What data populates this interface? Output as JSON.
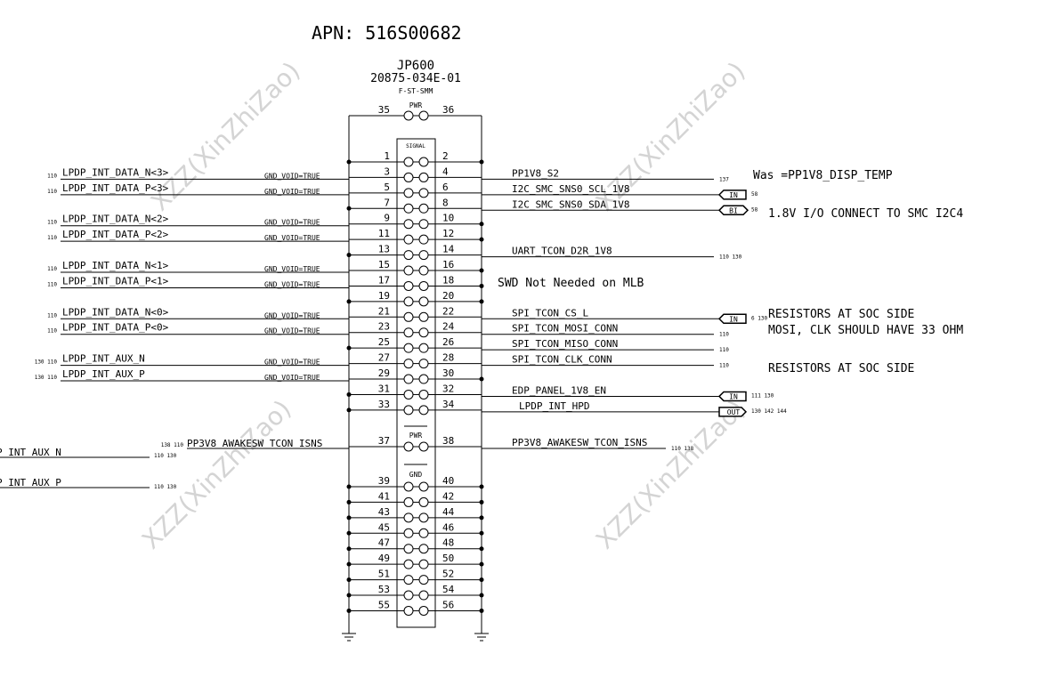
{
  "header": {
    "apn": "APN: 516S00682",
    "refdes": "JP600",
    "part_number": "20875-034E-01",
    "package": "F-ST-SMM",
    "pwr_label": "PWR",
    "signal_label": "SIGNAL",
    "gnd_label": "GND"
  },
  "watermark": "XZZ(XinZhiZao)",
  "pins": {
    "top": [
      "35",
      "36"
    ],
    "rows": [
      [
        "1",
        "2"
      ],
      [
        "3",
        "4"
      ],
      [
        "5",
        "6"
      ],
      [
        "7",
        "8"
      ],
      [
        "9",
        "10"
      ],
      [
        "11",
        "12"
      ],
      [
        "13",
        "14"
      ],
      [
        "15",
        "16"
      ],
      [
        "17",
        "18"
      ],
      [
        "19",
        "20"
      ],
      [
        "21",
        "22"
      ],
      [
        "23",
        "24"
      ],
      [
        "25",
        "26"
      ],
      [
        "27",
        "28"
      ],
      [
        "29",
        "30"
      ],
      [
        "31",
        "32"
      ],
      [
        "33",
        "34"
      ],
      [
        "37",
        "38"
      ],
      [
        "39",
        "40"
      ],
      [
        "41",
        "42"
      ],
      [
        "43",
        "44"
      ],
      [
        "45",
        "46"
      ],
      [
        "47",
        "48"
      ],
      [
        "49",
        "50"
      ],
      [
        "51",
        "52"
      ],
      [
        "53",
        "54"
      ],
      [
        "55",
        "56"
      ]
    ]
  },
  "left_nets": [
    {
      "pin": "3",
      "ref": "110",
      "name": "LPDP_INT_DATA_N<3>",
      "prop": "GND_VOID=TRUE"
    },
    {
      "pin": "5",
      "ref": "110",
      "name": "LPDP_INT_DATA_P<3>",
      "prop": "GND_VOID=TRUE"
    },
    {
      "pin": "9",
      "ref": "110",
      "name": "LPDP_INT_DATA_N<2>",
      "prop": "GND_VOID=TRUE"
    },
    {
      "pin": "11",
      "ref": "110",
      "name": "LPDP_INT_DATA_P<2>",
      "prop": "GND_VOID=TRUE"
    },
    {
      "pin": "15",
      "ref": "110",
      "name": "LPDP_INT_DATA_N<1>",
      "prop": "GND_VOID=TRUE"
    },
    {
      "pin": "17",
      "ref": "110",
      "name": "LPDP_INT_DATA_P<1>",
      "prop": "GND_VOID=TRUE"
    },
    {
      "pin": "21",
      "ref": "110",
      "name": "LPDP_INT_DATA_N<0>",
      "prop": "GND_VOID=TRUE"
    },
    {
      "pin": "23",
      "ref": "110",
      "name": "LPDP_INT_DATA_P<0>",
      "prop": "GND_VOID=TRUE"
    },
    {
      "pin": "27",
      "ref": "130 110",
      "name": "LPDP_INT_AUX_N",
      "prop": "GND_VOID=TRUE"
    },
    {
      "pin": "29",
      "ref": "130 110",
      "name": "LPDP_INT_AUX_P",
      "prop": "GND_VOID=TRUE"
    },
    {
      "pin": "37",
      "ref": "138 110",
      "name": "PP3V8_AWAKESW_TCON_ISNS",
      "prop": ""
    }
  ],
  "right_nets": [
    {
      "pin": "4",
      "name": "PP1V8_S2",
      "ref": "137",
      "flag": ""
    },
    {
      "pin": "6",
      "name": "I2C_SMC_SNS0_SCL_1V8",
      "ref": "58",
      "flag": "IN"
    },
    {
      "pin": "8",
      "name": "I2C_SMC_SNS0_SDA_1V8",
      "ref": "58",
      "flag": "BI"
    },
    {
      "pin": "14",
      "name": "UART_TCON_D2R_1V8",
      "ref": "110 130",
      "flag": ""
    },
    {
      "pin": "22",
      "name": "SPI_TCON_CS_L",
      "ref": "6 130",
      "flag": "IN"
    },
    {
      "pin": "24",
      "name": "SPI_TCON_MOSI_CONN",
      "ref": "110",
      "flag": ""
    },
    {
      "pin": "26",
      "name": "SPI_TCON_MISO_CONN",
      "ref": "110",
      "flag": ""
    },
    {
      "pin": "28",
      "name": "SPI_TCON_CLK_CONN",
      "ref": "110",
      "flag": ""
    },
    {
      "pin": "32",
      "name": "EDP_PANEL_1V8_EN",
      "ref": "111 130",
      "flag": "IN"
    },
    {
      "pin": "34",
      "name": "LPDP_INT_HPD",
      "ref": "130 142 144",
      "flag": "OUT"
    },
    {
      "pin": "38",
      "name": "PP3V8_AWAKESW_TCON_ISNS",
      "ref": "110 138",
      "flag": ""
    }
  ],
  "offpage_left": [
    {
      "name": "P_INT_AUX_N",
      "ref": "110 130"
    },
    {
      "name": "P_INT_AUX_P",
      "ref": "110 130"
    }
  ],
  "notes": {
    "was": "Was =PP1V8_DISP_TEMP",
    "io": "1.8V I/O CONNECT TO SMC I2C4",
    "swd": "SWD Not Needed on MLB",
    "res1": "RESISTORS AT SOC SIDE",
    "mosi": "MOSI, CLK  SHOULD HAVE 33 OHM",
    "res2": "RESISTORS AT SOC SIDE"
  }
}
